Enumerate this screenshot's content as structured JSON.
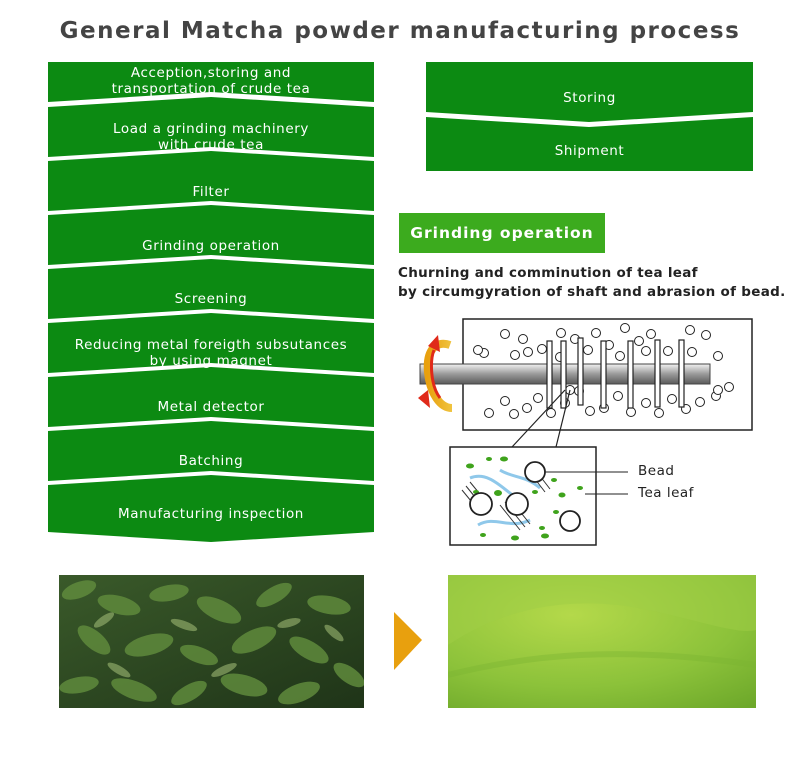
{
  "title": "General Matcha powder manufacturing process",
  "process_steps": [
    "Acception,storing and\ntransportation of crude tea",
    "Load a grinding machinery\nwith crude tea",
    "Filter",
    "Grinding operation",
    "Screening",
    "Reducing metal foreigth subsutances\nby using magnet",
    "Metal detector",
    "Batching",
    "Manufacturing inspection"
  ],
  "post_steps": [
    "Storing",
    "Shipment"
  ],
  "section": {
    "label": "Grinding operation",
    "description": "Churning and comminution of tea leaf\nby circumgyration of shaft and abrasion of bead."
  },
  "legend": {
    "bead": "Bead",
    "tea_leaf": "Tea leaf"
  },
  "colors": {
    "primary_green": "#0c8a12",
    "label_green": "#3cab1e",
    "arrow_orange": "#e8a00e",
    "rotation_red": "#e02a1a"
  },
  "icons": [
    "rotation-arrow-icon",
    "right-arrow-icon"
  ],
  "images": [
    "dried-tea-leaves-photo",
    "matcha-powder-photo"
  ]
}
